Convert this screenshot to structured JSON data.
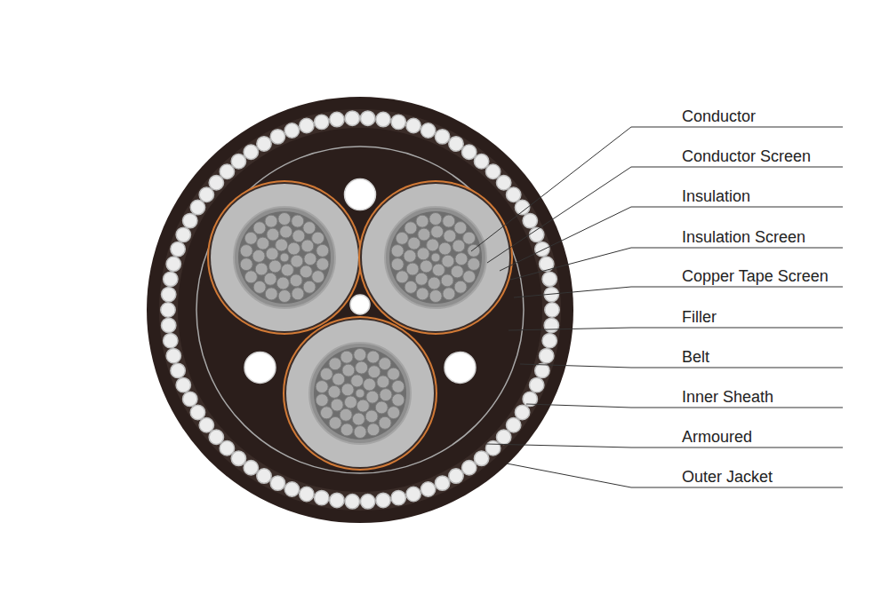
{
  "diagram": {
    "labels": [
      "Conductor",
      "Conductor Screen",
      "Insulation",
      "Insulation Screen",
      "Copper Tape Screen",
      "Filler",
      "Belt",
      "Inner Sheath",
      "Armoured",
      "Outer Jacket"
    ]
  }
}
